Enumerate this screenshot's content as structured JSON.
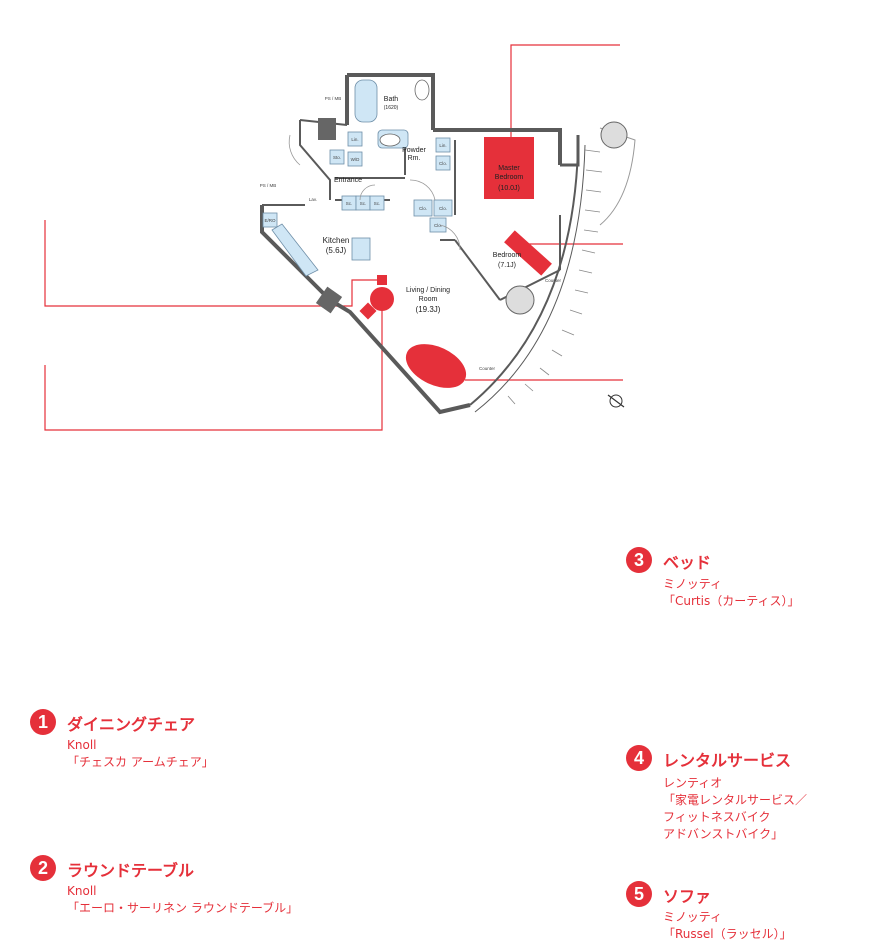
{
  "rooms": {
    "bath": "Bath",
    "bath_size": "(1620)",
    "powder": "Powder",
    "powder2": "Rm.",
    "entrance": "Entrance",
    "kitchen": "Kitchen",
    "kitchen_size": "(5.6J)",
    "living": "Living / Dining",
    "living2": "Room",
    "living_size": "(19.3J)",
    "master": "Master",
    "master2": "Bedroom",
    "master_size": "(10.0J)",
    "bedroom": "Bedroom",
    "bedroom_size": "(7.1J)"
  },
  "small_labels": {
    "ps_mb_1": "PS / MB",
    "ps_mb_2": "PS / MB",
    "sto": "Sto.",
    "wd": "W/D",
    "lin": "Lin.",
    "clo1": "Clo.",
    "clo2": "Clo.",
    "clo3": "Clo.",
    "clo4": "Clo.",
    "sc1": "Sc.",
    "sc2": "Sc.",
    "sc3": "Sc.",
    "erio": "E/RO",
    "lav": "Lav.",
    "counter1": "Counter",
    "counter2": "Counter"
  },
  "callouts": [
    {
      "num": "1",
      "title": "ダイニングチェア",
      "lines": [
        "Knoll",
        "「チェスカ アームチェア」"
      ]
    },
    {
      "num": "2",
      "title": "ラウンドテーブル",
      "lines": [
        "Knoll",
        "「エーロ・サーリネン ラウンドテーブル」"
      ]
    },
    {
      "num": "3",
      "title": "ベッド",
      "lines": [
        "ミノッティ",
        "「Curtis（カーティス）」"
      ]
    },
    {
      "num": "4",
      "title": "レンタルサービス",
      "lines": [
        "レンティオ",
        "「家電レンタルサービス／",
        "フィットネスバイク",
        "アドバンストバイク」"
      ]
    },
    {
      "num": "5",
      "title": "ソファ",
      "lines": [
        "ミノッティ",
        "「Russel（ラッセル）」"
      ]
    }
  ],
  "colors": {
    "accent": "#e5303a",
    "wall": "#5a5a5a",
    "fixture": "#cfe6f5"
  }
}
